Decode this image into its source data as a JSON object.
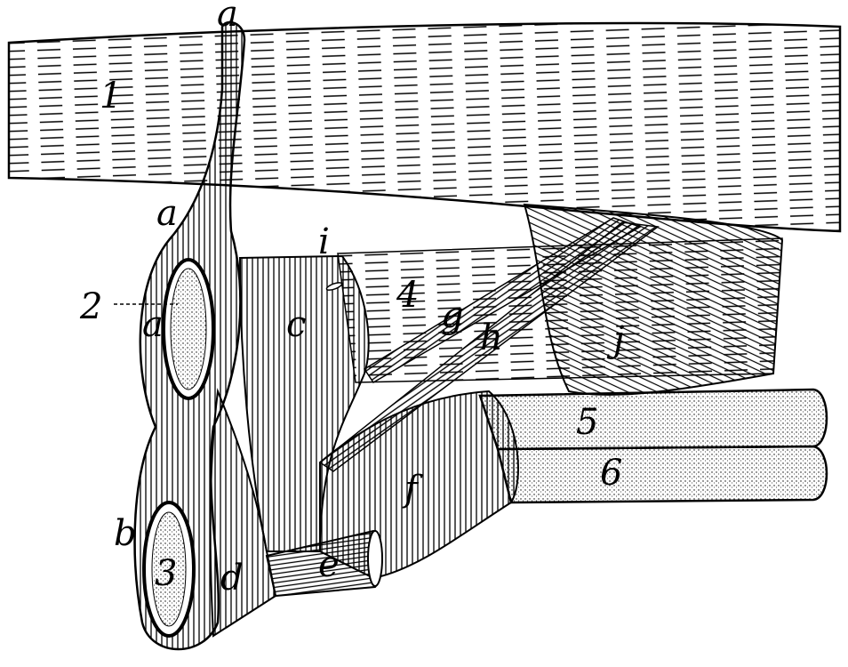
{
  "figure": {
    "labels": {
      "a_top": "a",
      "one": "1",
      "a_mid": "a",
      "i": "i",
      "two": "2",
      "a_inner": "a",
      "c": "c",
      "four": "4",
      "g": "g",
      "h": "h",
      "j": "j",
      "five": "5",
      "six": "6",
      "f": "f",
      "b": "b",
      "three": "3",
      "d": "d",
      "e": "e"
    }
  }
}
